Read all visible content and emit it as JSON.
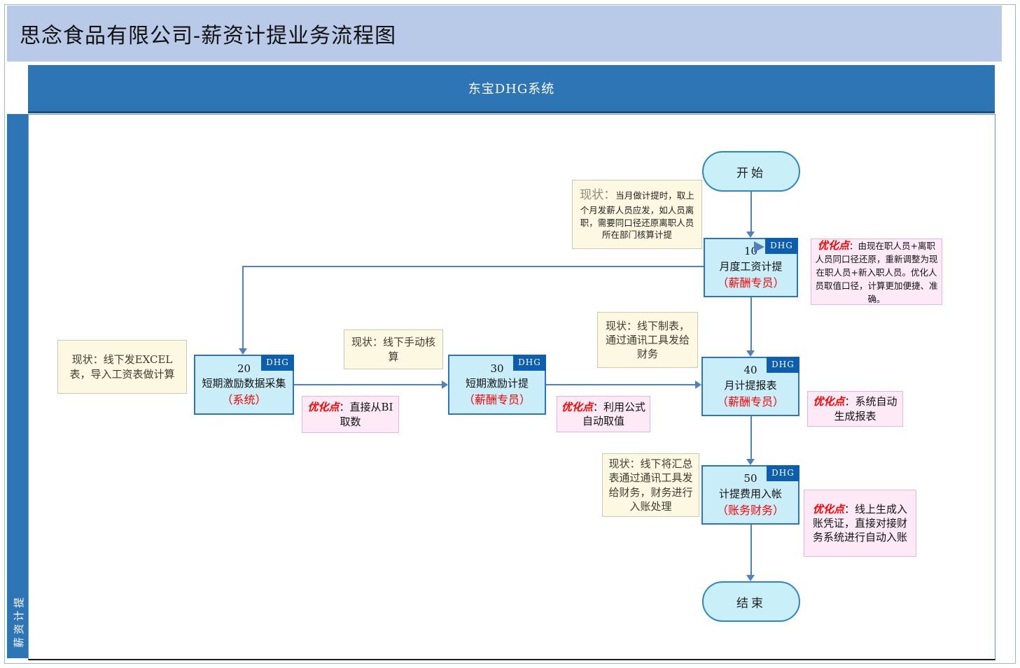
{
  "title": "思念食品有限公司-薪资计提业务流程图",
  "system_band": "东宝DHG系统",
  "lane": "薪资计提",
  "labels": {
    "status": "现状：",
    "optimization": "优化点",
    "colon": "："
  },
  "flow": {
    "start_label": "开始",
    "end_label": "结束",
    "steps": [
      {
        "num": "10",
        "name": "月度工资计提",
        "role": "（薪酬专员）",
        "tag": "DHG"
      },
      {
        "num": "20",
        "name": "短期激励数据采集",
        "role": "（系统）",
        "tag": "DHG"
      },
      {
        "num": "30",
        "name": "短期激励计提",
        "role": "（薪酬专员）",
        "tag": "DHG"
      },
      {
        "num": "40",
        "name": "月计提报表",
        "role": "（薪酬专员）",
        "tag": "DHG"
      },
      {
        "num": "50",
        "name": "计提费用入帐",
        "role": "（账务财务）",
        "tag": "DHG"
      }
    ]
  },
  "status_notes": [
    "当月做计提时，取上个月发薪人员应发，如人员离职，需要同口径还原离职人员所在部门核算计提",
    "线下发EXCEL表，导入工资表做计算",
    "线下手动核算",
    "线下制表，通过通讯工具发给财务",
    "线下将汇总表通过通讯工具发给财务，财务进行入账处理"
  ],
  "optimization_notes": [
    "由现在职人员+离职人员同口径还原，重新调整为现在职人员+新入职人员。优化人员取值口径，计算更加便捷、准确。",
    "直接从BI取数",
    "利用公式自动取值",
    "系统自动生成报表",
    "线上生成入账凭证，直接对接财务系统进行自动入账"
  ],
  "colors": {
    "title_bg": "#B9C9E8",
    "band_bg": "#2E75B6",
    "box_fill": "#C9EEF9",
    "box_border": "#2E75B6",
    "connector": "#4F81BD",
    "tag_bg": "#0D5FAE",
    "status_note_bg": "#FDF8E2",
    "optimization_note_bg": "#FDEAF6",
    "role_text": "#FF0000",
    "optimization_label_text": "#FF0000"
  }
}
